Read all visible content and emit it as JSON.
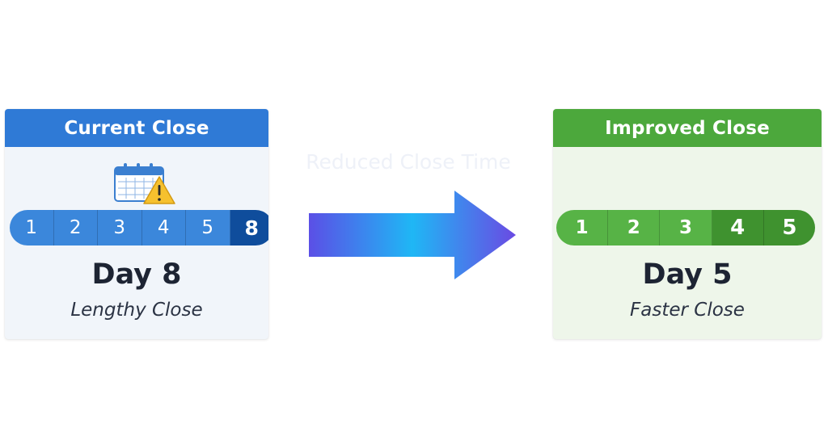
{
  "left_card": {
    "title": "Current Close",
    "days": [
      "1",
      "2",
      "3",
      "4",
      "5",
      "8"
    ],
    "day_label": "Day 8",
    "subtitle": "Lengthy Close",
    "header_color": "#2f7ad6",
    "icon": "calendar-warning-icon"
  },
  "arrow": {
    "caption": "Reduced Close Time",
    "gradient": [
      "#5b4fe6",
      "#1fb7f5",
      "#6a4ae3"
    ]
  },
  "right_card": {
    "title": "Improved Close",
    "days": [
      "1",
      "2",
      "3",
      "4",
      "5"
    ],
    "day_label": "Day 5",
    "subtitle": "Faster Close",
    "header_color": "#4ca83c"
  }
}
